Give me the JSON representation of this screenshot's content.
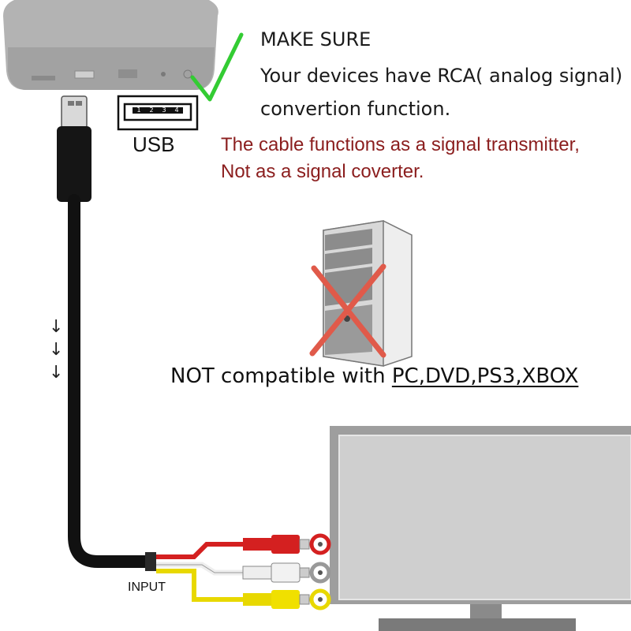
{
  "notes": {
    "make_sure": "MAKE SURE",
    "line1": "Your devices have RCA( analog signal)",
    "line2": "convertion function.",
    "warning_line1": "The cable functions as a signal transmitter,",
    "warning_line2": "Not as a signal coverter."
  },
  "usb": {
    "label": "USB",
    "pins": [
      "1",
      "2",
      "3",
      "4"
    ]
  },
  "compat": {
    "prefix": "NOT compatible with ",
    "devices": "PC,DVD,PS3,XBOX"
  },
  "input_label": "INPUT",
  "arrows": [
    "↓",
    "↓",
    "↓"
  ],
  "colors": {
    "check": "#33cc33",
    "warning_text": "#8b1e1e",
    "cross": "#e05a4a",
    "rca_red": "#d42020",
    "rca_white": "#e8e8e8",
    "rca_yellow": "#e8d800",
    "cable": "#111111",
    "tv_screen": "#cfcfcf"
  },
  "icons": [
    "checkmark-icon",
    "cross-icon",
    "computer-tower-icon",
    "tv-monitor-icon",
    "set-top-box-icon",
    "usb-port-icon",
    "rca-jack-icon"
  ]
}
